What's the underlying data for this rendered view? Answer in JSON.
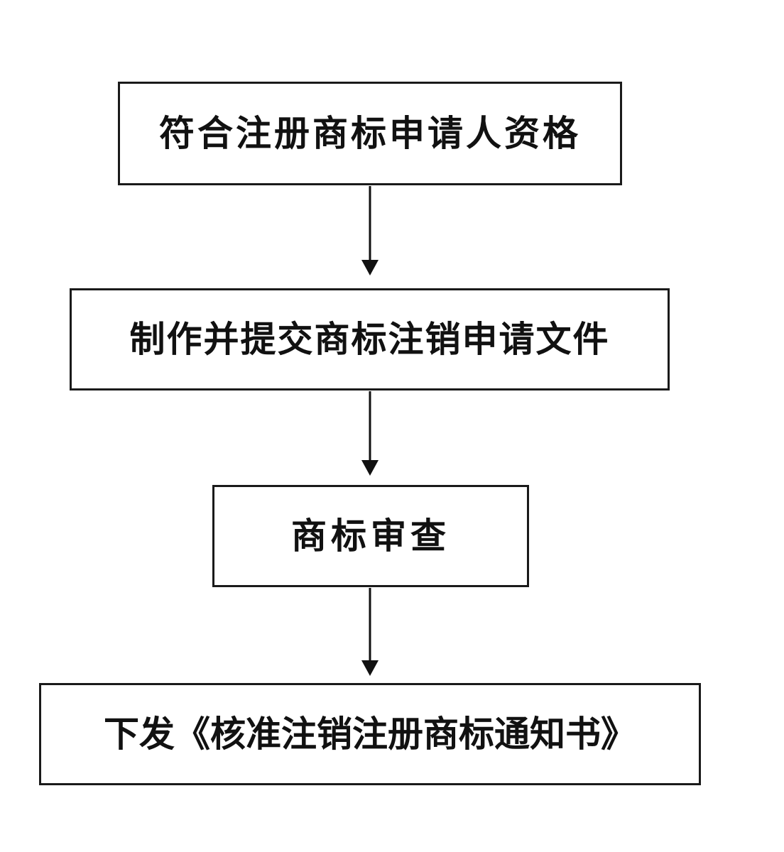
{
  "flowchart": {
    "steps": [
      {
        "id": "qualification",
        "label": "符合注册商标申请人资格"
      },
      {
        "id": "prepare",
        "label": "制作并提交商标注销申请文件"
      },
      {
        "id": "review",
        "label": "商标审查"
      },
      {
        "id": "notice",
        "label": "下发《核准注销注册商标通知书》"
      }
    ]
  }
}
